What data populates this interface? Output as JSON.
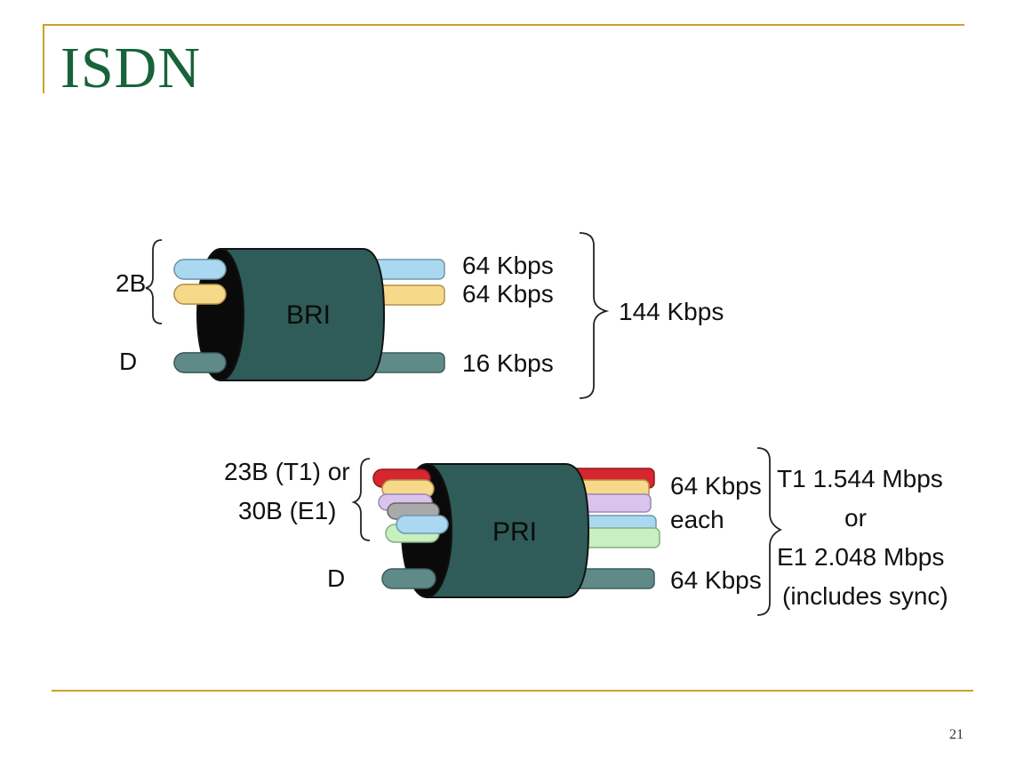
{
  "slide": {
    "title": "ISDN",
    "page_number": "21"
  },
  "bri": {
    "cable_label": "BRI",
    "group_label": "2B",
    "d_label": "D",
    "rates": [
      "64 Kbps",
      "64 Kbps",
      "16 Kbps"
    ],
    "total": "144 Kbps"
  },
  "pri": {
    "cable_label": "PRI",
    "group_label_line1": "23B (T1) or",
    "group_label_line2": "30B (E1)",
    "d_label": "D",
    "rate_line1": "64 Kbps",
    "rate_line2": "each",
    "d_rate": "64 Kbps",
    "total_line1": "T1 1.544 Mbps",
    "total_line2": "or",
    "total_line3": "E1 2.048 Mbps",
    "total_line4": "(includes sync)"
  },
  "colors": {
    "accent_rule": "#c9a227",
    "title": "#17633a",
    "cable_body": "#2f5c58",
    "wire_light_blue": "#aad8f0",
    "wire_yellow": "#f7d98a",
    "wire_gray_green": "#5f8a88",
    "wire_red": "#d6262f",
    "wire_lavender": "#d9c4ee",
    "wire_gray": "#a9a9a9",
    "wire_light_green": "#c7efc0"
  }
}
